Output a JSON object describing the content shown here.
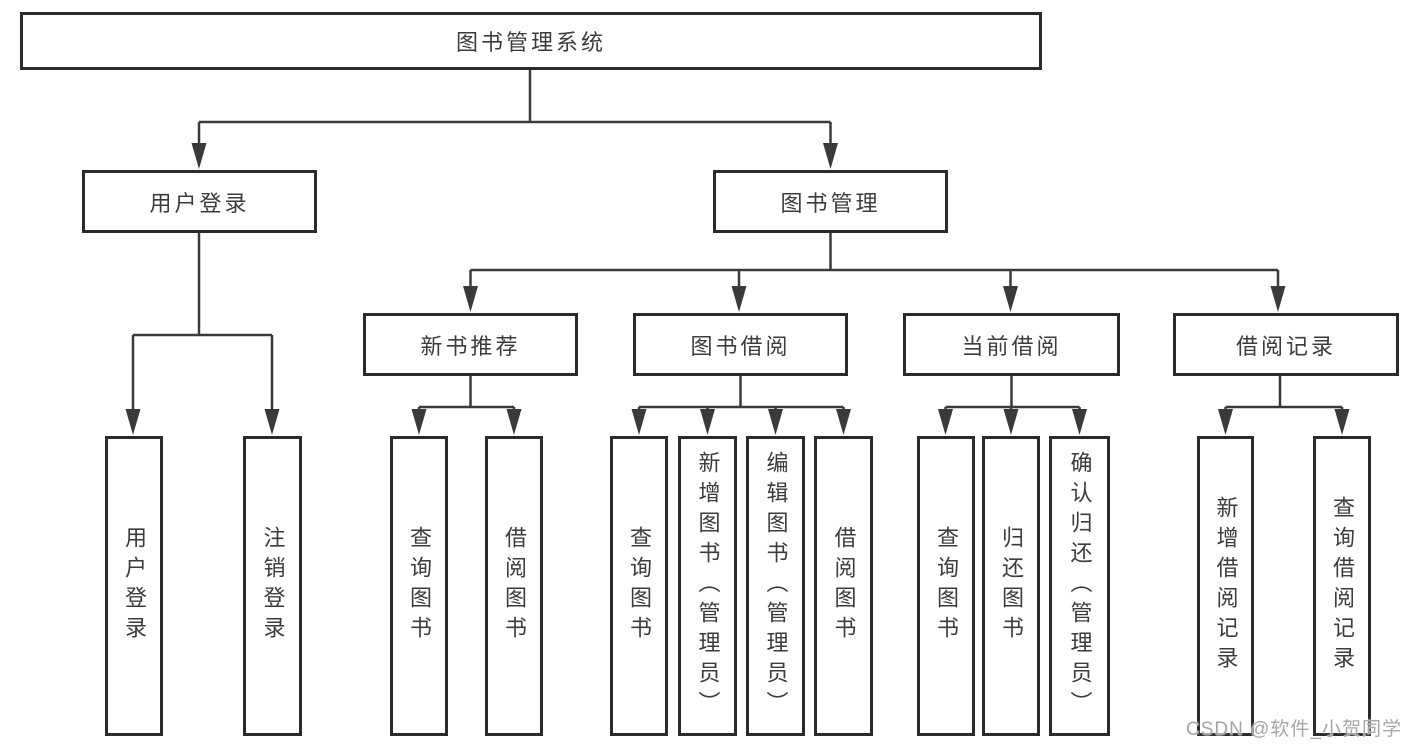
{
  "tree": {
    "root": "图书管理系统",
    "user_login_branch": {
      "label": "用户登录",
      "leaves": [
        "用户登录",
        "注销登录"
      ]
    },
    "book_mgmt_branch": {
      "label": "图书管理",
      "sections": [
        {
          "label": "新书推荐",
          "leaves": [
            "查询图书",
            "借阅图书"
          ]
        },
        {
          "label": "图书借阅",
          "leaves": [
            "查询图书",
            "新增图书（管理员）",
            "编辑图书（管理员）",
            "借阅图书"
          ]
        },
        {
          "label": "当前借阅",
          "leaves": [
            "查询图书",
            "归还图书",
            "确认归还（管理员）"
          ]
        },
        {
          "label": "借阅记录",
          "leaves": [
            "新增借阅记录",
            "查询借阅记录"
          ]
        }
      ]
    }
  },
  "watermark": "CSDN @软件_小贺同学",
  "colors": {
    "line-color": "#3a3a3a",
    "border-color": "#2b2b2b",
    "text-color": "#3c3c3c",
    "box-fill": "#ffffff",
    "watermark-color": "#a6a6a6",
    "bg": "#ffffff"
  }
}
